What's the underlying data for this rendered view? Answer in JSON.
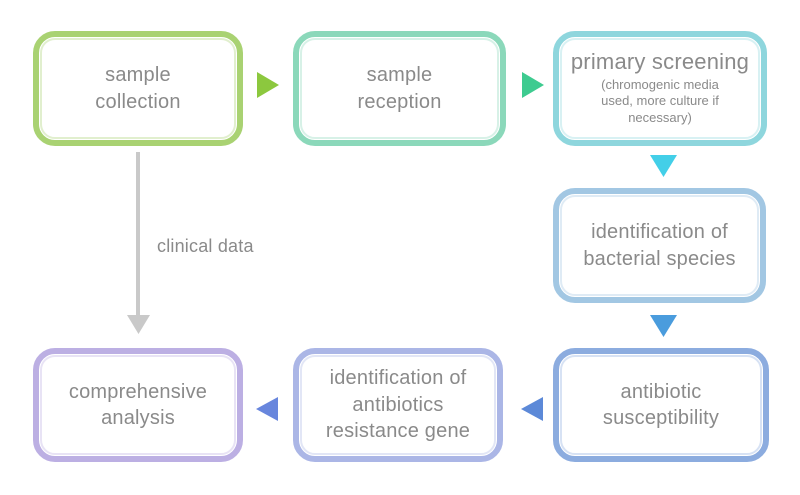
{
  "diagram": {
    "background": "#ffffff",
    "text_color": "#8a8a8a",
    "nodes": [
      {
        "id": "sample-collection",
        "label": "sample\ncollection",
        "color": "#a9d272"
      },
      {
        "id": "sample-reception",
        "label": "sample\nreception",
        "color": "#8bd8ba"
      },
      {
        "id": "primary-screening",
        "label": "primary screening",
        "sublabel": "(chromogenic media\nused, more culture if\nnecessary)",
        "color": "#8ed6dd"
      },
      {
        "id": "identification-of-bacterial-species",
        "label": "identification of\nbacterial species",
        "color": "#a2c7e3"
      },
      {
        "id": "antibiotic-susceptibility",
        "label": "antibiotic\nsusceptibility",
        "color": "#8cacdf"
      },
      {
        "id": "identification-of-antibiotics-resistance-gene",
        "label": "identification of\nantibiotics\nresistance gene",
        "color": "#abb6e6"
      },
      {
        "id": "comprehensive-analysis",
        "label": "comprehensive\nanalysis",
        "color": "#bcafe3"
      }
    ],
    "arrows": [
      {
        "id": "collection-to-reception",
        "direction": "right",
        "color": "#8cc83e"
      },
      {
        "id": "reception-to-screening",
        "direction": "right",
        "color": "#3ecb90"
      },
      {
        "id": "screening-to-species-identification",
        "direction": "down",
        "color": "#43cfe8"
      },
      {
        "id": "species-identification-to-susceptibility",
        "direction": "down",
        "color": "#4a9cdd"
      },
      {
        "id": "susceptibility-to-resistance-gene",
        "direction": "left",
        "color": "#5c89d8"
      },
      {
        "id": "resistance-gene-to-analysis",
        "direction": "left",
        "color": "#6886dd"
      }
    ],
    "connector": {
      "label": "clinical data",
      "color": "#c9c9c9"
    }
  }
}
